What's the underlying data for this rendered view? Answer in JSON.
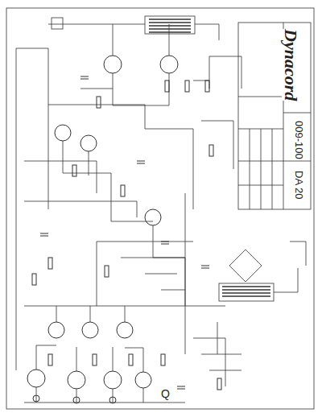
{
  "diagram": {
    "labels": [
      "Dynacord",
      "009-100",
      "DA 20",
      "Q"
    ]
  }
}
